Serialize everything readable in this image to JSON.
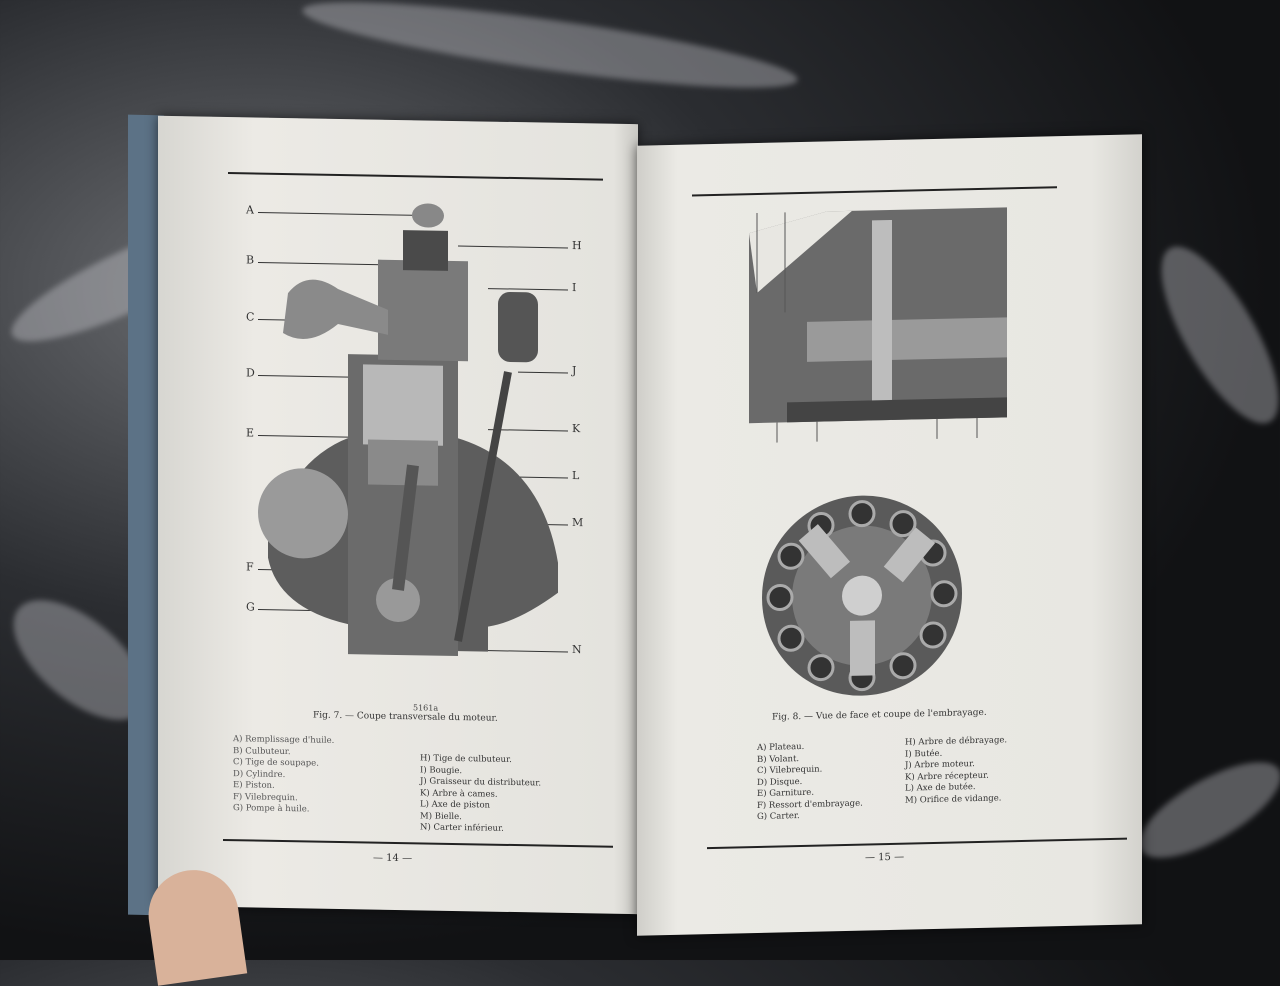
{
  "left_page": {
    "callouts_left": [
      "A",
      "B",
      "C",
      "D",
      "E",
      "F",
      "G"
    ],
    "callouts_right": [
      "H",
      "I",
      "J",
      "K",
      "L",
      "M",
      "N"
    ],
    "plate_number": "5161a",
    "caption": "Fig. 7. — Coupe transversale du moteur.",
    "legend_col1": [
      "A) Remplissage d'huile.",
      "B) Culbuteur.",
      "C) Tige de soupape.",
      "D) Cylindre.",
      "E) Piston.",
      "F) Vilebrequin.",
      "G) Pompe à huile."
    ],
    "legend_col2": [
      "H) Tige de culbuteur.",
      "I) Bougie.",
      "J) Graisseur du distributeur.",
      "K) Arbre à cames.",
      "L) Axe de piston",
      "M) Bielle.",
      "N) Carter inférieur."
    ],
    "page_number": "— 14 —"
  },
  "right_page": {
    "caption": "Fig. 8. — Vue de face et coupe de l'embrayage.",
    "legend_col1": [
      "A) Plateau.",
      "B) Volant.",
      "C) Vilebrequin.",
      "D) Disque.",
      "E) Garniture.",
      "F) Ressort d'embrayage.",
      "G) Carter."
    ],
    "legend_col2": [
      "H) Arbre de débrayage.",
      "I) Butée.",
      "J) Arbre moteur.",
      "K) Arbre récepteur.",
      "L) Axe de butée.",
      "M) Orifice de vidange."
    ],
    "page_number": "— 15 —"
  }
}
